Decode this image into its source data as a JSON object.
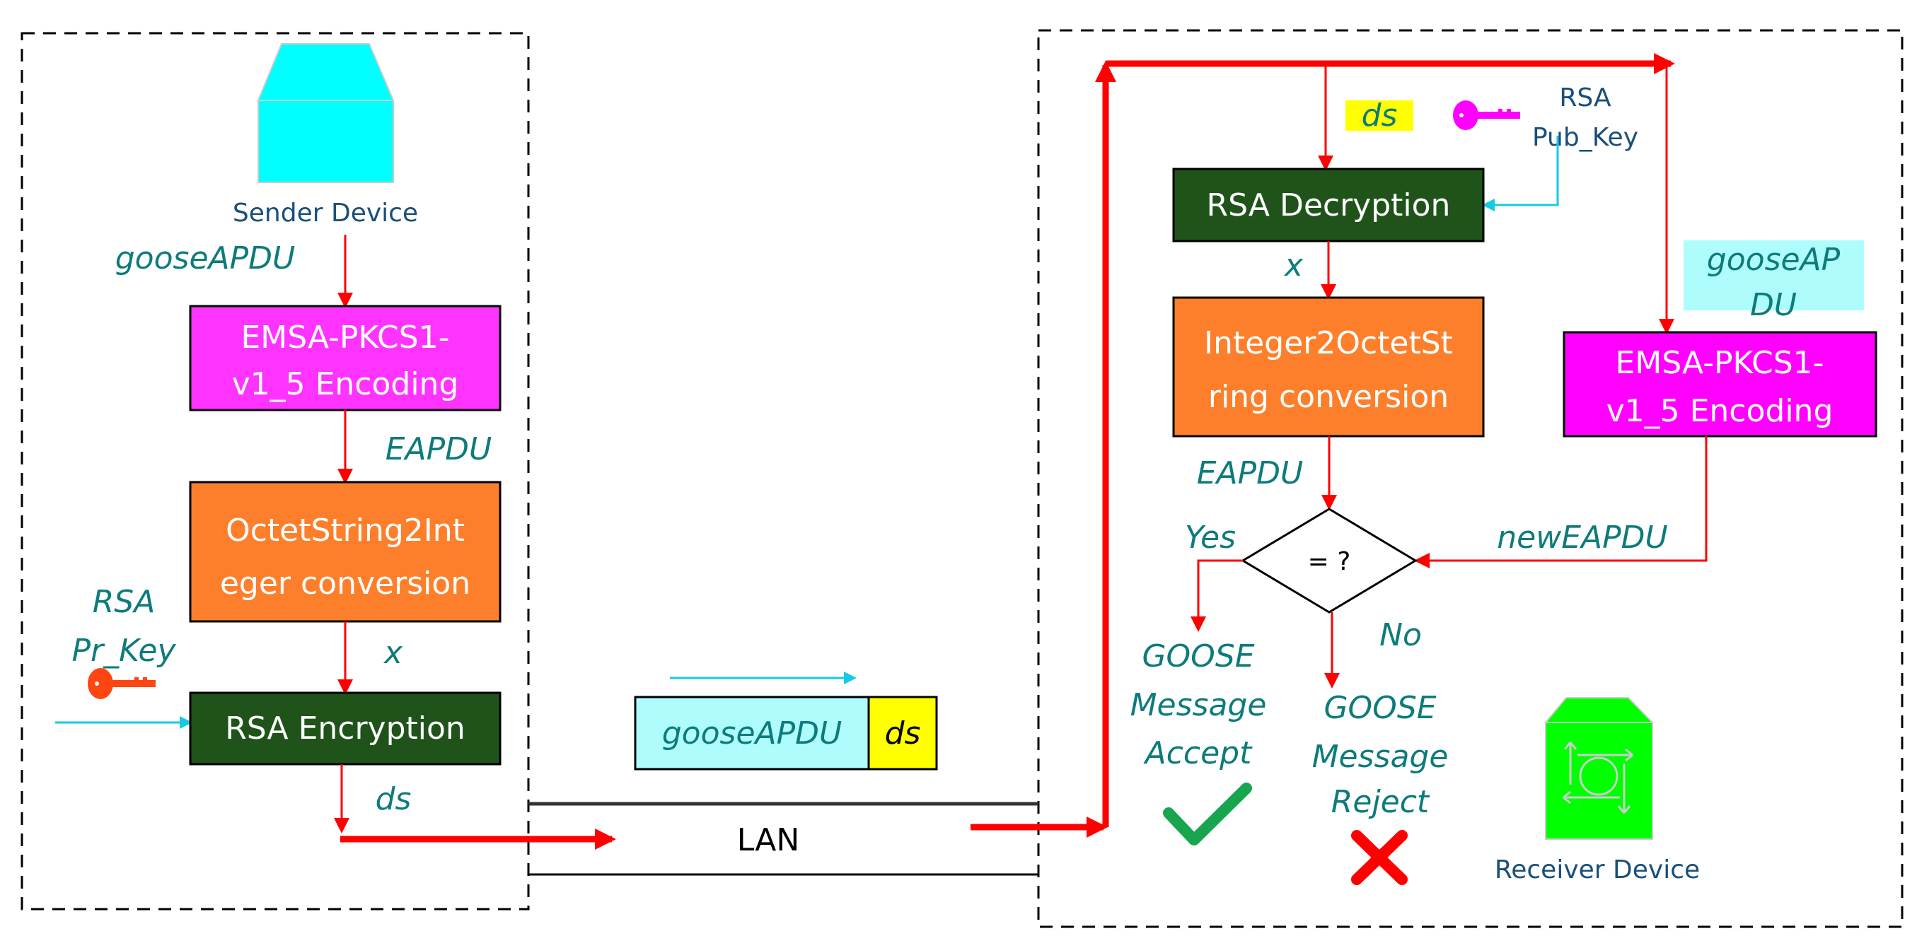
{
  "colors": {
    "encoding_box": "#ff00ff",
    "conversion_box": "#fd7f2b",
    "crypto_box": "#1f531a",
    "flow_arrow": "#ff0000",
    "key_arrow": "#17c9e6",
    "label_text": "#0e7b7b",
    "device_text": "#1a4f7a",
    "sender_device": "#00ffff",
    "receiver_device": "#00ff00",
    "highlight_yellow": "#ffff00",
    "highlight_cyan": "#aefcfc",
    "accept_check": "#17a550",
    "reject_x": "#ff0000"
  },
  "sender": {
    "device_label": "Sender Device",
    "input_label": "gooseAPDU",
    "encoding_box": [
      "EMSA-PKCS1-",
      "v1_5 Encoding"
    ],
    "eapdu_label": "EAPDU",
    "conversion_box": [
      "OctetString2Int",
      "eger conversion"
    ],
    "key_label": [
      "RSA",
      "Pr_Key"
    ],
    "x_label": "x",
    "encryption_box": "RSA Encryption",
    "ds_label": "ds"
  },
  "network": {
    "packet_payload": "gooseAPDU",
    "packet_signature": "ds",
    "lan_label": "LAN"
  },
  "receiver": {
    "ds_label": "ds",
    "key_label": [
      "RSA",
      "Pub_Key"
    ],
    "decryption_box": "RSA Decryption",
    "x_label": "x",
    "conversion_box": [
      "Integer2OctetSt",
      "ring conversion"
    ],
    "eapdu_label": "EAPDU",
    "goose_label": [
      "gooseAP",
      "DU"
    ],
    "encoding_box": [
      "EMSA-PKCS1-",
      "v1_5 Encoding"
    ],
    "compare_label": "= ?",
    "new_eapdu_label": "newEAPDU",
    "yes_label": "Yes",
    "no_label": "No",
    "accept_label": [
      "GOOSE",
      "Message",
      "Accept"
    ],
    "reject_label": [
      "GOOSE",
      "Message",
      "Reject"
    ],
    "device_label": "Receiver Device"
  }
}
